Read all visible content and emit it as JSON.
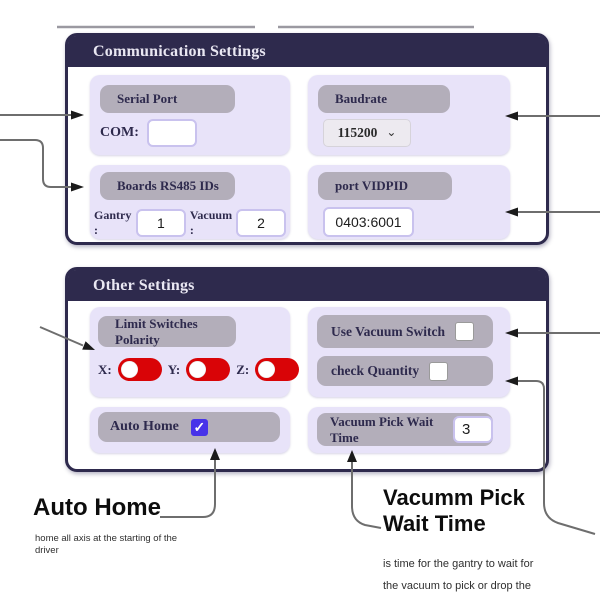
{
  "colors": {
    "header_bg": "#2e2a4d",
    "panel_border": "#2e2a4d",
    "card_bg": "#e8e3f9",
    "pill_bg": "#b3aeba",
    "pill_text": "#2e2a4d",
    "toggle_on": "#d90407",
    "checkbox_checked": "#4733e9",
    "input_border": "#c9c2ee",
    "arrow": "#6e6e6e"
  },
  "icons": {
    "chevron_down": "⌄",
    "check": "✓"
  },
  "panels": {
    "communication": {
      "title": "Communication Settings",
      "serial_port": {
        "label": "Serial Port",
        "com_label": "COM:",
        "com_value": ""
      },
      "baudrate": {
        "label": "Baudrate",
        "selected_option": "115200"
      },
      "rs485": {
        "label": "Boards RS485 IDs",
        "gantry_label": "Gantry :",
        "gantry_value": "1",
        "vacuum_label": "Vacuum :",
        "vacuum_value": "2"
      },
      "vidpid": {
        "label": "port VIDPID",
        "value": "0403:6001"
      }
    },
    "other": {
      "title": "Other Settings",
      "limit_switches": {
        "label": "Limit Switches Polarity",
        "axes": [
          {
            "label": "X:",
            "on": true
          },
          {
            "label": "Y:",
            "on": true
          },
          {
            "label": "Z:",
            "on": true
          }
        ]
      },
      "use_vacuum_switch": {
        "label": "Use Vacuum Switch",
        "checked": false
      },
      "check_quantity": {
        "label": "check Quantity",
        "checked": false
      },
      "auto_home": {
        "label": "Auto Home",
        "checked": true
      },
      "wait_time": {
        "label": "Vacuum Pick Wait Time",
        "value": "3"
      }
    }
  },
  "annotations": {
    "auto_home": {
      "title": "Auto Home",
      "description": "home all axis at the starting of the driver"
    },
    "vacuum_pick": {
      "title": "Vacumm Pick Wait Time",
      "description_line1": "is time for the gantry to wait for",
      "description_line2": "the vacuum to pick or drop the"
    }
  }
}
